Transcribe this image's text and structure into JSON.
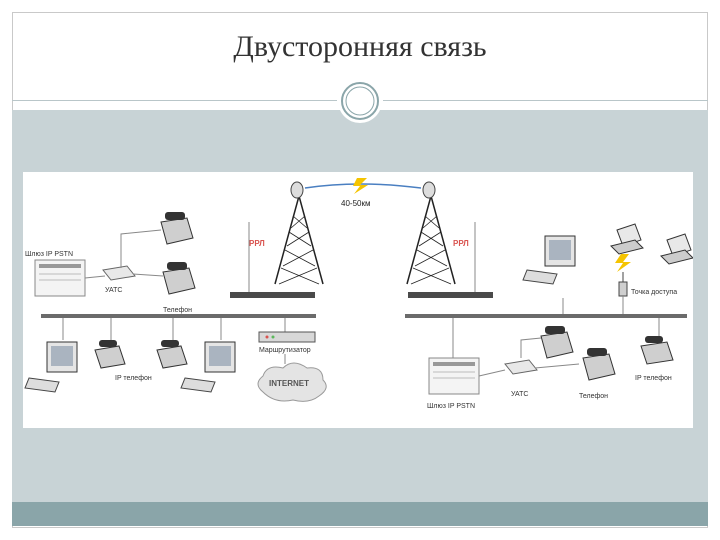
{
  "slide": {
    "title": "Двусторонняя связь"
  },
  "diagram": {
    "left_site": {
      "pbx_label": "Шлюз IP PSTN",
      "uats_label": "УАТС",
      "phone_label": "Телефон",
      "radio_label": "РРЛ",
      "ip_phone_label": "IP телефон",
      "router_label": "Маршрутизатор",
      "internet_label": "INTERNET"
    },
    "link_label": "40-50км",
    "right_site": {
      "radio_label": "РРЛ",
      "access_point_label": "Точка доступа",
      "pbx_label": "Шлюз IP PSTN",
      "uats_label": "УАТС",
      "phone_label": "Телефон",
      "ip_phone_label": "IP телефон"
    }
  },
  "colors": {
    "band": "#c8d3d6",
    "footer": "#8aa5a9",
    "radio_label": "#d9534f",
    "lightning": "#f5c400"
  }
}
